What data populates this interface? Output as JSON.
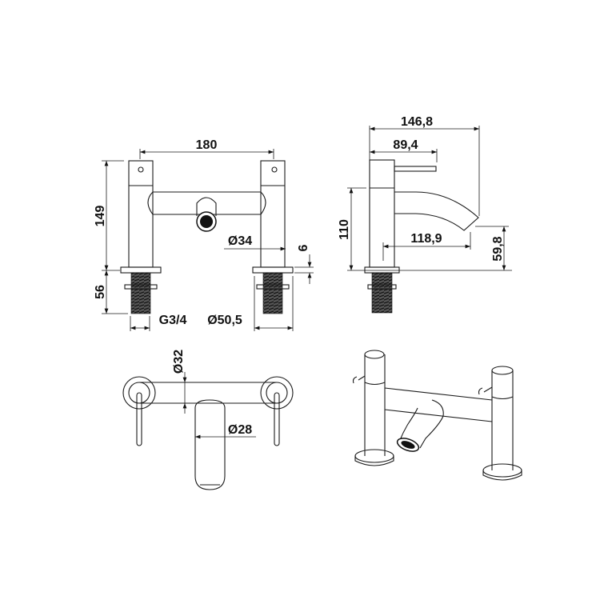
{
  "dimensions": {
    "front_width": "180",
    "front_height": "149",
    "thread_length": "56",
    "flange_thickness": "6",
    "pillar_diameter": "Ø34",
    "thread_size": "G3/4",
    "flange_diameter": "Ø50,5",
    "side_total_depth": "146,8",
    "side_lever_depth": "89,4",
    "side_height": "110",
    "spout_reach": "118,9",
    "spout_outlet_height": "59,8",
    "top_handle_diameter": "Ø32",
    "top_spout_diameter": "Ø28"
  },
  "colors": {
    "line": "#1a1a1a",
    "background": "#ffffff"
  }
}
